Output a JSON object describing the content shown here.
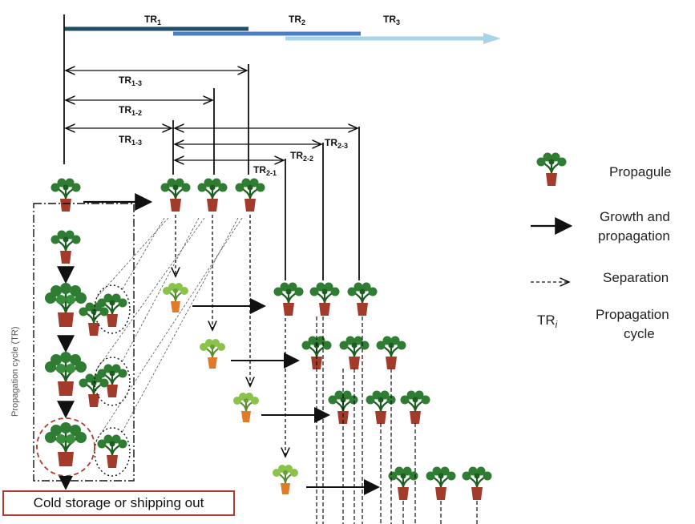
{
  "timeline": {
    "tr1": "TR",
    "tr1_sub": "1",
    "tr2": "TR",
    "tr2_sub": "2",
    "tr3": "TR",
    "tr3_sub": "3"
  },
  "spans": {
    "a": {
      "base": "TR",
      "sub": "1-3"
    },
    "b": {
      "base": "TR",
      "sub": "1-2"
    },
    "c": {
      "base": "TR",
      "sub": "1-3"
    },
    "d": {
      "base": "TR",
      "sub": "2-3"
    },
    "e": {
      "base": "TR",
      "sub": "2-2"
    },
    "f": {
      "base": "TR",
      "sub": "2-1"
    }
  },
  "side_label": "Propagation cycle (TR)",
  "cold_storage": "Cold storage or shipping out",
  "legend": {
    "propagule": "Propagule",
    "growth_line1": "Growth and",
    "growth_line2": "propagation",
    "separation": "Separation",
    "tri_base": "TR",
    "tri_sub": "i",
    "cycle_line1": "Propagation",
    "cycle_line2": "cycle"
  },
  "colors": {
    "tr1": "#1f4e66",
    "tr2": "#4a7fc8",
    "tr3": "#a9d4e6",
    "pot": "#a23b2a",
    "leaf_dark": "#2e7d32",
    "leaf_light": "#7cc04a",
    "pot_light": "#e07b2a",
    "cold_border": "#b03a2e"
  }
}
